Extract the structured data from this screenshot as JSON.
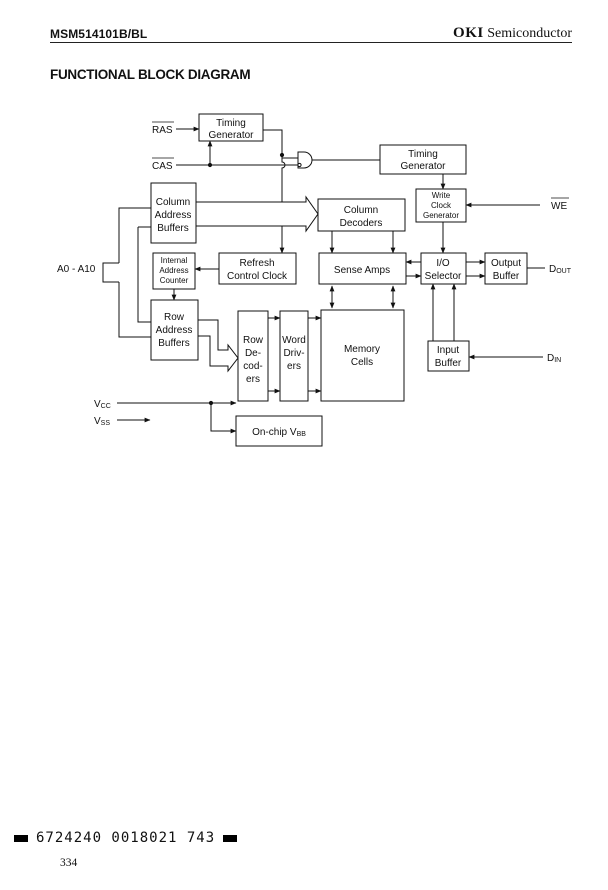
{
  "header": {
    "part_number": "MSM514101B/BL",
    "brand": "OKI",
    "brand_suffix": "Semiconductor"
  },
  "title": "FUNCTIONAL BLOCK DIAGRAM",
  "signals": {
    "ras": "RAS",
    "cas": "CAS",
    "we": "WE",
    "address": "A0 - A10",
    "dout_main": "D",
    "dout_sub": "OUT",
    "din_main": "D",
    "din_sub": "IN",
    "vcc_main": "V",
    "vcc_sub": "CC",
    "vss_main": "V",
    "vss_sub": "SS"
  },
  "blocks": {
    "timing_gen_1": [
      "Timing",
      "Generator"
    ],
    "timing_gen_2": [
      "Timing",
      "Generator"
    ],
    "write_clock_gen": [
      "Write",
      "Clock",
      "Generator"
    ],
    "column_addr_buffers": [
      "Column",
      "Address",
      "Buffers"
    ],
    "column_decoders": [
      "Column",
      "Decoders"
    ],
    "internal_addr_counter": [
      "Internal",
      "Address",
      "Counter"
    ],
    "refresh_control_clock": [
      "Refresh",
      "Control Clock"
    ],
    "sense_amps": [
      "Sense Amps"
    ],
    "io_selector": [
      "I/O",
      "Selector"
    ],
    "output_buffer": [
      "Output",
      "Buffer"
    ],
    "row_addr_buffers": [
      "Row",
      "Address",
      "Buffers"
    ],
    "row_decoders": [
      "Row",
      "De-",
      "cod-",
      "ers"
    ],
    "word_drivers": [
      "Word",
      "Driv-",
      "ers"
    ],
    "memory_cells": [
      "Memory",
      "Cells"
    ],
    "input_buffer": [
      "Input",
      "Buffer"
    ],
    "onchip_vbb_main": "On-chip V",
    "onchip_vbb_sub": "BB"
  },
  "footer": {
    "barcode_text": "6724240 0018021 743",
    "page_number": "334"
  }
}
